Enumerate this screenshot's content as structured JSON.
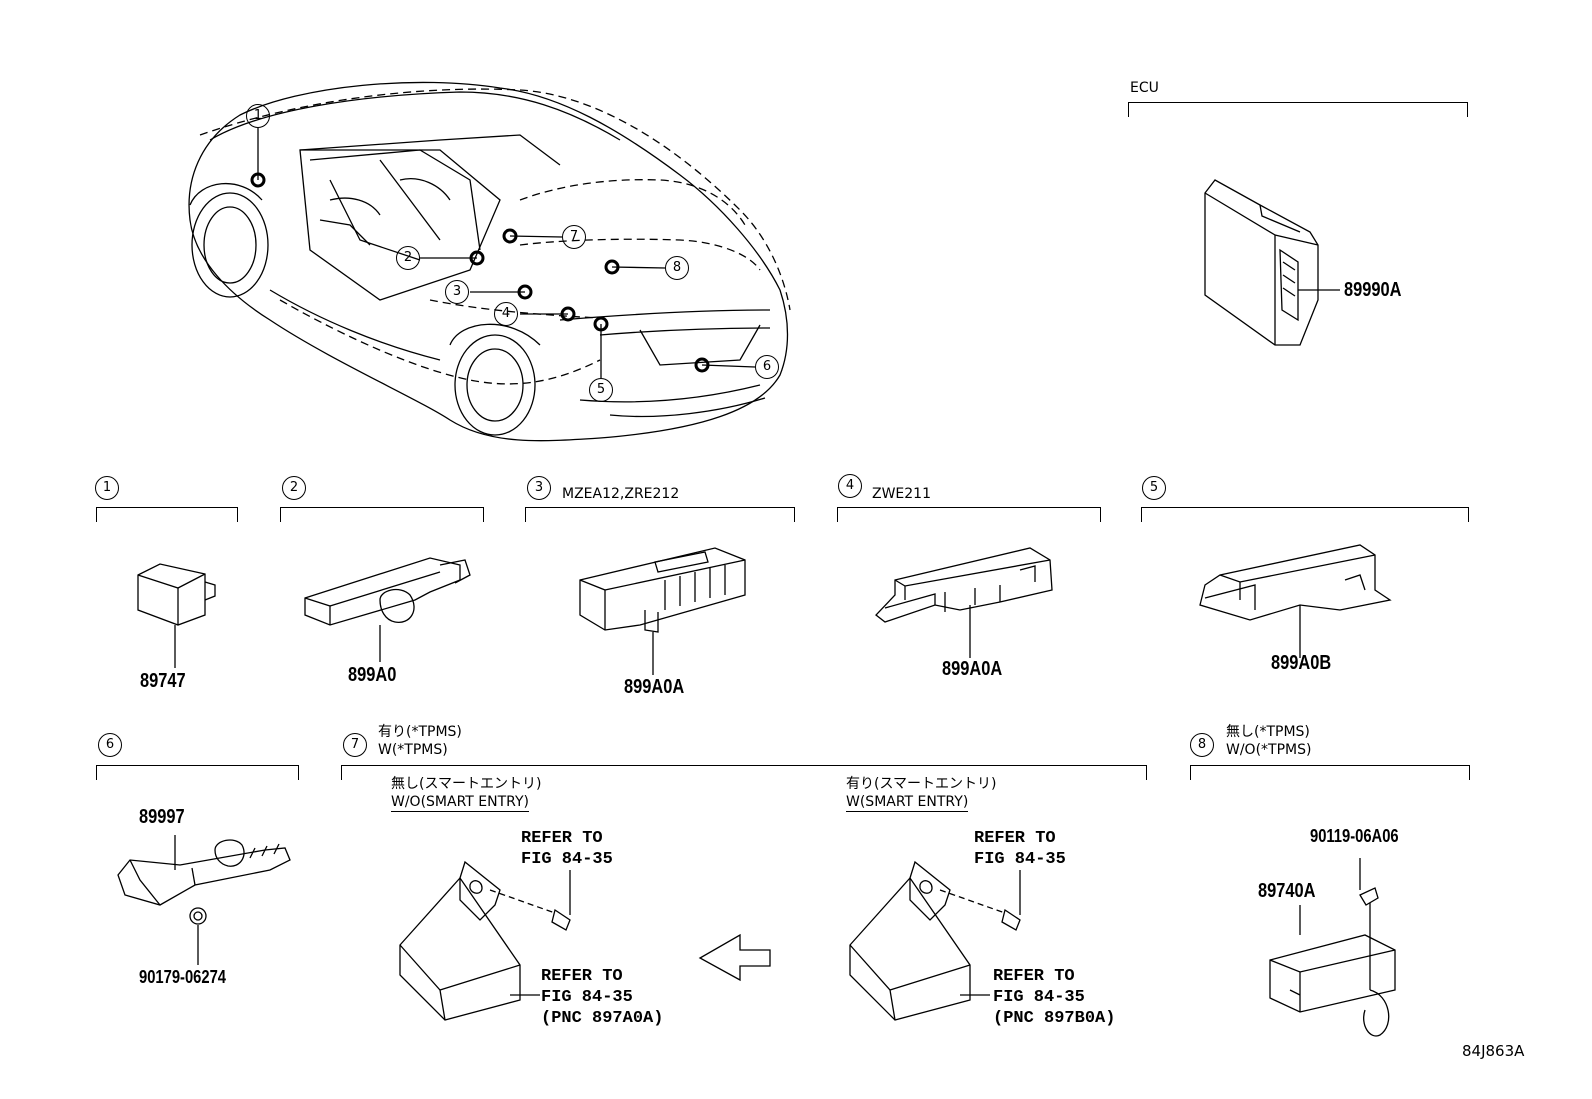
{
  "figure_code": "84J863A",
  "ecu": {
    "label": "ECU",
    "part": "89990A"
  },
  "callouts": [
    "1",
    "2",
    "3",
    "4",
    "5",
    "6",
    "7",
    "8"
  ],
  "sections": [
    {
      "num": "1",
      "note": "",
      "part": "89747"
    },
    {
      "num": "2",
      "note": "",
      "part": "899A0"
    },
    {
      "num": "3",
      "note": "MZEA12,ZRE212",
      "part": "899A0A"
    },
    {
      "num": "4",
      "note": "ZWE211",
      "part": "899A0A"
    },
    {
      "num": "5",
      "note": "",
      "part": "899A0B"
    },
    {
      "num": "6",
      "note": "",
      "part": "89997",
      "fastener": "90179-06274"
    },
    {
      "num": "7",
      "note_jp": "有り(*TPMS)",
      "note_en": "W(*TPMS)"
    },
    {
      "num": "8",
      "note_jp": "無し(*TPMS)",
      "note_en": "W/O(*TPMS)",
      "part": "89740A",
      "fastener": "90119-06A06"
    }
  ],
  "section7": {
    "left": {
      "title_jp": "無し(スマートエントリ)",
      "title_en": "W/O(SMART ENTRY)",
      "ref_top": "REFER TO\nFIG 84-35",
      "ref_bottom": "REFER TO\nFIG 84-35\n(PNC 897A0A)"
    },
    "right": {
      "title_jp": "有り(スマートエントリ)",
      "title_en": "W(SMART ENTRY)",
      "ref_top": "REFER TO\nFIG 84-35",
      "ref_bottom": "REFER TO\nFIG 84-35\n(PNC 897B0A)"
    }
  }
}
